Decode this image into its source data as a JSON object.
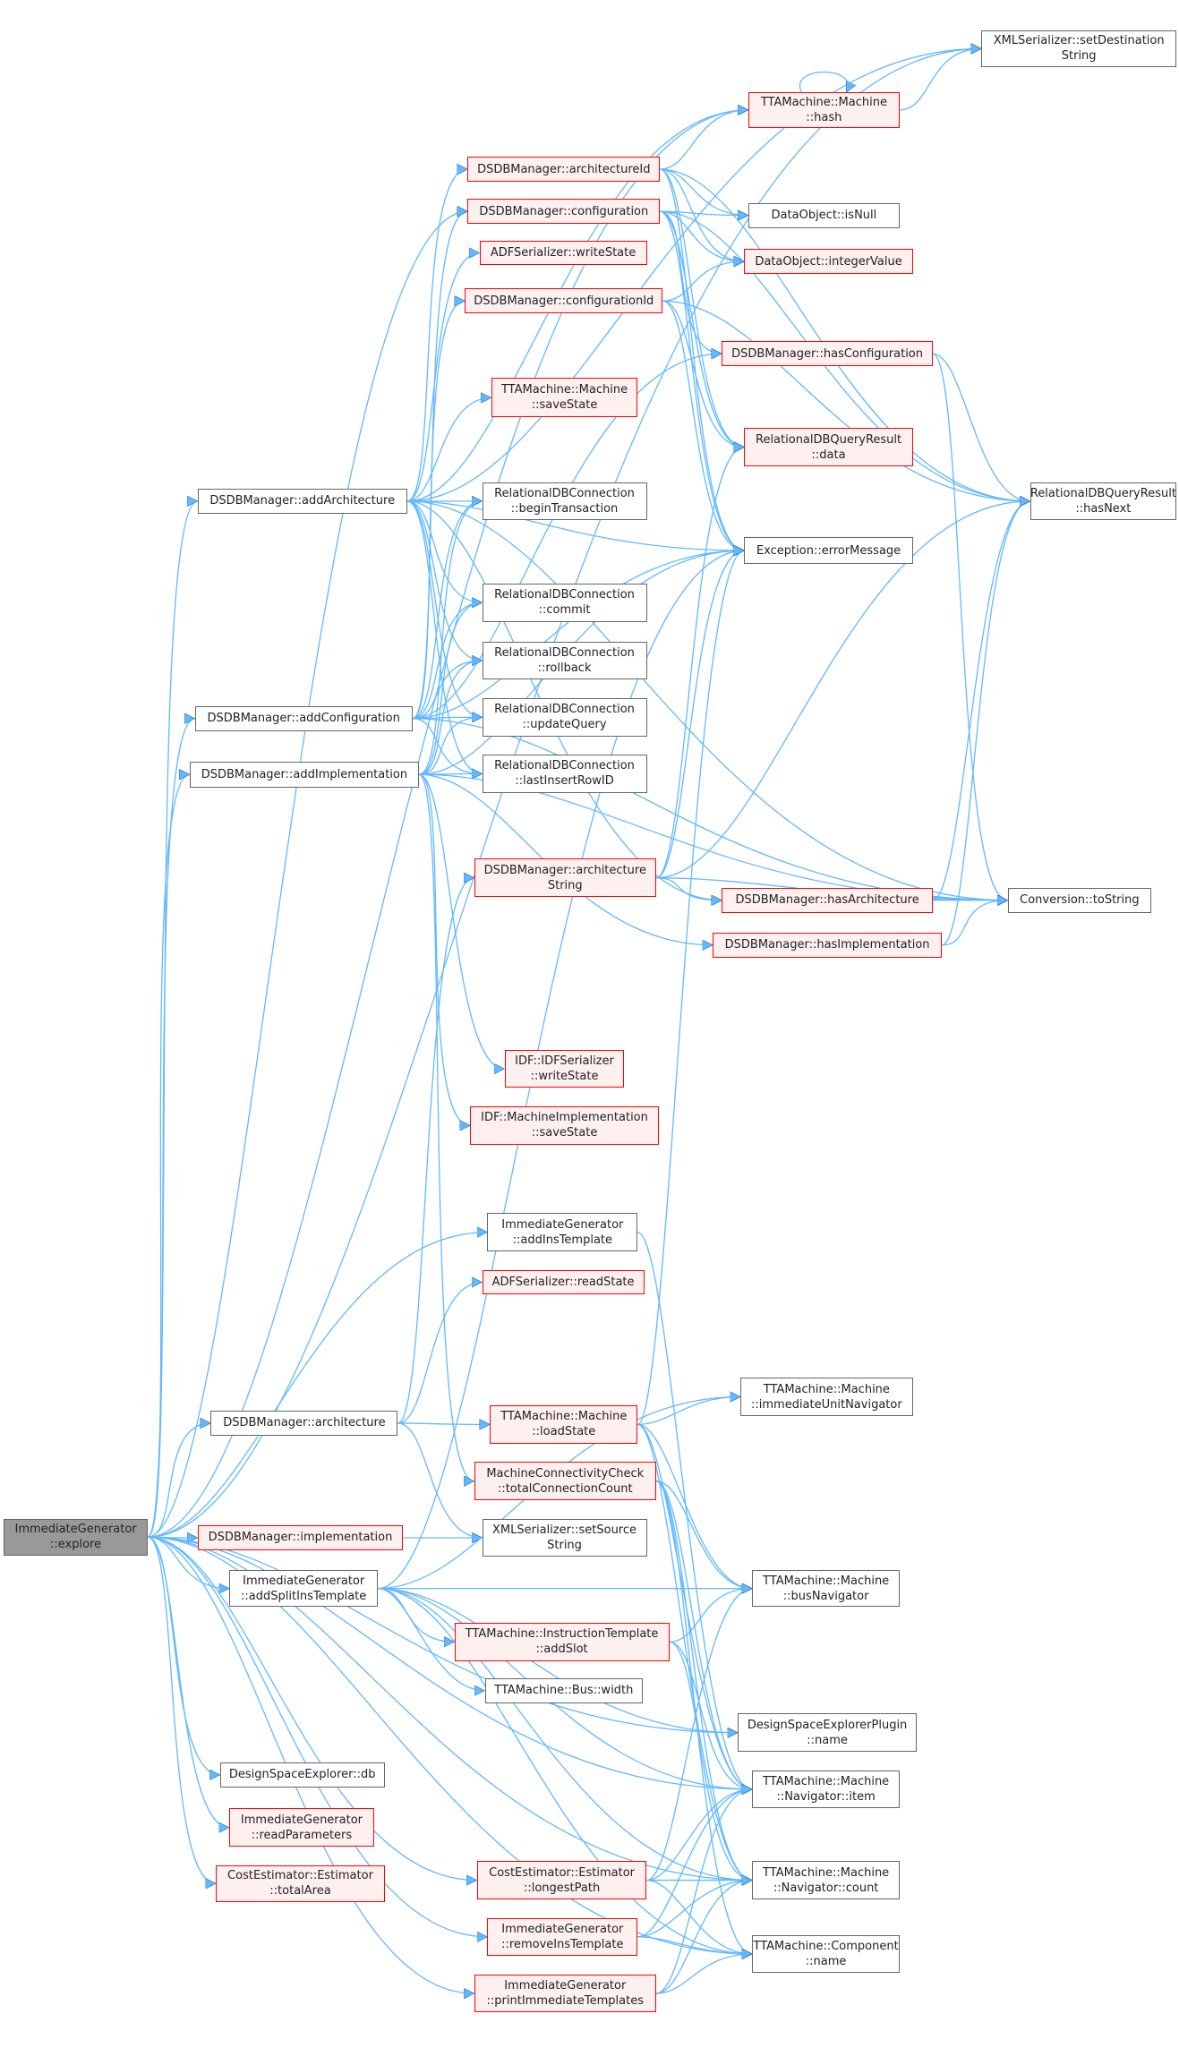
{
  "title": "Call graph of ImmediateGenerator::explore",
  "colors": {
    "edge": "#63B8FF",
    "root_fill": "#999999",
    "red_border": "#FF0000",
    "red_fill": "#FFF0F0",
    "node_border": "#666666"
  },
  "nodes": [
    {
      "id": "explore",
      "lines": [
        "ImmediateGenerator",
        "::explore"
      ]
    },
    {
      "id": "setDest",
      "lines": [
        "XMLSerializer::setDestination",
        "String"
      ]
    },
    {
      "id": "hash",
      "lines": [
        "TTAMachine::Machine",
        "::hash"
      ]
    },
    {
      "id": "archId",
      "lines": [
        "DSDBManager::architectureId"
      ]
    },
    {
      "id": "configuration",
      "lines": [
        "DSDBManager::configuration"
      ]
    },
    {
      "id": "isNull",
      "lines": [
        "DataObject::isNull"
      ]
    },
    {
      "id": "integerValue",
      "lines": [
        "DataObject::integerValue"
      ]
    },
    {
      "id": "adfWrite",
      "lines": [
        "ADFSerializer::writeState"
      ]
    },
    {
      "id": "confId",
      "lines": [
        "DSDBManager::configurationId"
      ]
    },
    {
      "id": "hasConf",
      "lines": [
        "DSDBManager::hasConfiguration"
      ]
    },
    {
      "id": "saveState",
      "lines": [
        "TTAMachine::Machine",
        "::saveState"
      ]
    },
    {
      "id": "data",
      "lines": [
        "RelationalDBQueryResult",
        "::data"
      ]
    },
    {
      "id": "hasNext",
      "lines": [
        "RelationalDBQueryResult",
        "::hasNext"
      ]
    },
    {
      "id": "addArch",
      "lines": [
        "DSDBManager::addArchitecture"
      ]
    },
    {
      "id": "beginTx",
      "lines": [
        "RelationalDBConnection",
        "::beginTransaction"
      ]
    },
    {
      "id": "errorMessage",
      "lines": [
        "Exception::errorMessage"
      ]
    },
    {
      "id": "commit",
      "lines": [
        "RelationalDBConnection",
        "::commit"
      ]
    },
    {
      "id": "rollback",
      "lines": [
        "RelationalDBConnection",
        "::rollback"
      ]
    },
    {
      "id": "updateQuery",
      "lines": [
        "RelationalDBConnection",
        "::updateQuery"
      ]
    },
    {
      "id": "lastInsert",
      "lines": [
        "RelationalDBConnection",
        "::lastInsertRowID"
      ]
    },
    {
      "id": "addConf",
      "lines": [
        "DSDBManager::addConfiguration"
      ]
    },
    {
      "id": "addImpl",
      "lines": [
        "DSDBManager::addImplementation"
      ]
    },
    {
      "id": "archString",
      "lines": [
        "DSDBManager::architecture",
        "String"
      ]
    },
    {
      "id": "hasArch",
      "lines": [
        "DSDBManager::hasArchitecture"
      ]
    },
    {
      "id": "toString",
      "lines": [
        "Conversion::toString"
      ]
    },
    {
      "id": "hasImpl",
      "lines": [
        "DSDBManager::hasImplementation"
      ]
    },
    {
      "id": "idfWrite",
      "lines": [
        "IDF::IDFSerializer",
        "::writeState"
      ]
    },
    {
      "id": "miSave",
      "lines": [
        "IDF::MachineImplementation",
        "::saveState"
      ]
    },
    {
      "id": "addInsT",
      "lines": [
        "ImmediateGenerator",
        "::addInsTemplate"
      ]
    },
    {
      "id": "adfRead",
      "lines": [
        "ADFSerializer::readState"
      ]
    },
    {
      "id": "iuNav",
      "lines": [
        "TTAMachine::Machine",
        "::immediateUnitNavigator"
      ]
    },
    {
      "id": "architecture",
      "lines": [
        "DSDBManager::architecture"
      ]
    },
    {
      "id": "loadState",
      "lines": [
        "TTAMachine::Machine",
        "::loadState"
      ]
    },
    {
      "id": "totalConn",
      "lines": [
        "MachineConnectivityCheck",
        "::totalConnectionCount"
      ]
    },
    {
      "id": "implementation",
      "lines": [
        "DSDBManager::implementation"
      ]
    },
    {
      "id": "setSource",
      "lines": [
        "XMLSerializer::setSource",
        "String"
      ]
    },
    {
      "id": "addSplit",
      "lines": [
        "ImmediateGenerator",
        "::addSplitInsTemplate"
      ]
    },
    {
      "id": "busNav",
      "lines": [
        "TTAMachine::Machine",
        "::busNavigator"
      ]
    },
    {
      "id": "addSlot",
      "lines": [
        "TTAMachine::InstructionTemplate",
        "::addSlot"
      ]
    },
    {
      "id": "busWidth",
      "lines": [
        "TTAMachine::Bus::width"
      ]
    },
    {
      "id": "pluginName",
      "lines": [
        "DesignSpaceExplorerPlugin",
        "::name"
      ]
    },
    {
      "id": "db",
      "lines": [
        "DesignSpaceExplorer::db"
      ]
    },
    {
      "id": "navItem",
      "lines": [
        "TTAMachine::Machine",
        "::Navigator::item"
      ]
    },
    {
      "id": "readParams",
      "lines": [
        "ImmediateGenerator",
        "::readParameters"
      ]
    },
    {
      "id": "totalArea",
      "lines": [
        "CostEstimator::Estimator",
        "::totalArea"
      ]
    },
    {
      "id": "longestPath",
      "lines": [
        "CostEstimator::Estimator",
        "::longestPath"
      ]
    },
    {
      "id": "navCount",
      "lines": [
        "TTAMachine::Machine",
        "::Navigator::count"
      ]
    },
    {
      "id": "removeInsT",
      "lines": [
        "ImmediateGenerator",
        "::removeInsTemplate"
      ]
    },
    {
      "id": "compName",
      "lines": [
        "TTAMachine::Component",
        "::name"
      ]
    },
    {
      "id": "printImm",
      "lines": [
        "ImmediateGenerator",
        "::printImmediateTemplates"
      ]
    }
  ],
  "edges": [
    [
      "explore",
      "addArch"
    ],
    [
      "explore",
      "addConf"
    ],
    [
      "explore",
      "addImpl"
    ],
    [
      "explore",
      "architecture"
    ],
    [
      "explore",
      "implementation"
    ],
    [
      "explore",
      "addSplit"
    ],
    [
      "explore",
      "addInsT"
    ],
    [
      "explore",
      "configuration"
    ],
    [
      "explore",
      "hash"
    ],
    [
      "explore",
      "setDest"
    ],
    [
      "explore",
      "db"
    ],
    [
      "explore",
      "readParams"
    ],
    [
      "explore",
      "totalArea"
    ],
    [
      "explore",
      "longestPath"
    ],
    [
      "explore",
      "removeInsT"
    ],
    [
      "explore",
      "printImm"
    ],
    [
      "explore",
      "navItem"
    ],
    [
      "explore",
      "navCount"
    ],
    [
      "explore",
      "pluginName"
    ],
    [
      "explore",
      "compName"
    ],
    [
      "addArch",
      "archId"
    ],
    [
      "addArch",
      "hash"
    ],
    [
      "addArch",
      "setDest"
    ],
    [
      "addArch",
      "adfWrite"
    ],
    [
      "addArch",
      "saveState"
    ],
    [
      "addArch",
      "beginTx"
    ],
    [
      "addArch",
      "commit"
    ],
    [
      "addArch",
      "rollback"
    ],
    [
      "addArch",
      "updateQuery"
    ],
    [
      "addArch",
      "lastInsert"
    ],
    [
      "addArch",
      "errorMessage"
    ],
    [
      "addArch",
      "hasArch"
    ],
    [
      "addArch",
      "toString"
    ],
    [
      "addConf",
      "confId"
    ],
    [
      "addConf",
      "configuration"
    ],
    [
      "addConf",
      "beginTx"
    ],
    [
      "addConf",
      "commit"
    ],
    [
      "addConf",
      "rollback"
    ],
    [
      "addConf",
      "updateQuery"
    ],
    [
      "addConf",
      "lastInsert"
    ],
    [
      "addConf",
      "errorMessage"
    ],
    [
      "addConf",
      "hasConf"
    ],
    [
      "addConf",
      "toString"
    ],
    [
      "addImpl",
      "idfWrite"
    ],
    [
      "addImpl",
      "miSave"
    ],
    [
      "addImpl",
      "beginTx"
    ],
    [
      "addImpl",
      "commit"
    ],
    [
      "addImpl",
      "rollback"
    ],
    [
      "addImpl",
      "updateQuery"
    ],
    [
      "addImpl",
      "lastInsert"
    ],
    [
      "addImpl",
      "errorMessage"
    ],
    [
      "addImpl",
      "hasImpl"
    ],
    [
      "addImpl",
      "toString"
    ],
    [
      "addImpl",
      "totalConn"
    ],
    [
      "archId",
      "hash"
    ],
    [
      "archId",
      "data"
    ],
    [
      "archId",
      "hasNext"
    ],
    [
      "archId",
      "errorMessage"
    ],
    [
      "archId",
      "integerValue"
    ],
    [
      "archId",
      "isNull"
    ],
    [
      "configuration",
      "isNull"
    ],
    [
      "configuration",
      "integerValue"
    ],
    [
      "configuration",
      "data"
    ],
    [
      "configuration",
      "hasNext"
    ],
    [
      "configuration",
      "errorMessage"
    ],
    [
      "configuration",
      "hasConf"
    ],
    [
      "confId",
      "integerValue"
    ],
    [
      "confId",
      "data"
    ],
    [
      "confId",
      "hasNext"
    ],
    [
      "confId",
      "errorMessage"
    ],
    [
      "hash",
      "hash"
    ],
    [
      "hash",
      "setDest"
    ],
    [
      "hasConf",
      "hasNext"
    ],
    [
      "hasConf",
      "toString"
    ],
    [
      "archString",
      "data"
    ],
    [
      "archString",
      "errorMessage"
    ],
    [
      "archString",
      "hasNext"
    ],
    [
      "archString",
      "hasArch"
    ],
    [
      "archString",
      "toString"
    ],
    [
      "hasArch",
      "hasNext"
    ],
    [
      "hasArch",
      "toString"
    ],
    [
      "hasImpl",
      "hasNext"
    ],
    [
      "hasImpl",
      "toString"
    ],
    [
      "architecture",
      "archString"
    ],
    [
      "architecture",
      "adfRead"
    ],
    [
      "architecture",
      "loadState"
    ],
    [
      "architecture",
      "setSource"
    ],
    [
      "implementation",
      "setSource"
    ],
    [
      "loadState",
      "iuNav"
    ],
    [
      "loadState",
      "busNav"
    ],
    [
      "loadState",
      "navItem"
    ],
    [
      "loadState",
      "navCount"
    ],
    [
      "loadState",
      "errorMessage"
    ],
    [
      "totalConn",
      "busNav"
    ],
    [
      "totalConn",
      "navItem"
    ],
    [
      "totalConn",
      "navCount"
    ],
    [
      "totalConn",
      "compName"
    ],
    [
      "addInsT",
      "navItem"
    ],
    [
      "addSplit",
      "iuNav"
    ],
    [
      "addSplit",
      "busNav"
    ],
    [
      "addSplit",
      "addSlot"
    ],
    [
      "addSplit",
      "busWidth"
    ],
    [
      "addSplit",
      "pluginName"
    ],
    [
      "addSplit",
      "navItem"
    ],
    [
      "addSplit",
      "navCount"
    ],
    [
      "addSplit",
      "compName"
    ],
    [
      "addSplit",
      "errorMessage"
    ],
    [
      "addSlot",
      "busNav"
    ],
    [
      "addSlot",
      "navItem"
    ],
    [
      "addSlot",
      "navCount"
    ],
    [
      "longestPath",
      "busNav"
    ],
    [
      "longestPath",
      "navItem"
    ],
    [
      "longestPath",
      "navCount"
    ],
    [
      "longestPath",
      "compName"
    ],
    [
      "removeInsT",
      "navItem"
    ],
    [
      "removeInsT",
      "navCount"
    ],
    [
      "removeInsT",
      "compName"
    ],
    [
      "printImm",
      "navItem"
    ],
    [
      "printImm",
      "navCount"
    ],
    [
      "printImm",
      "compName"
    ]
  ]
}
